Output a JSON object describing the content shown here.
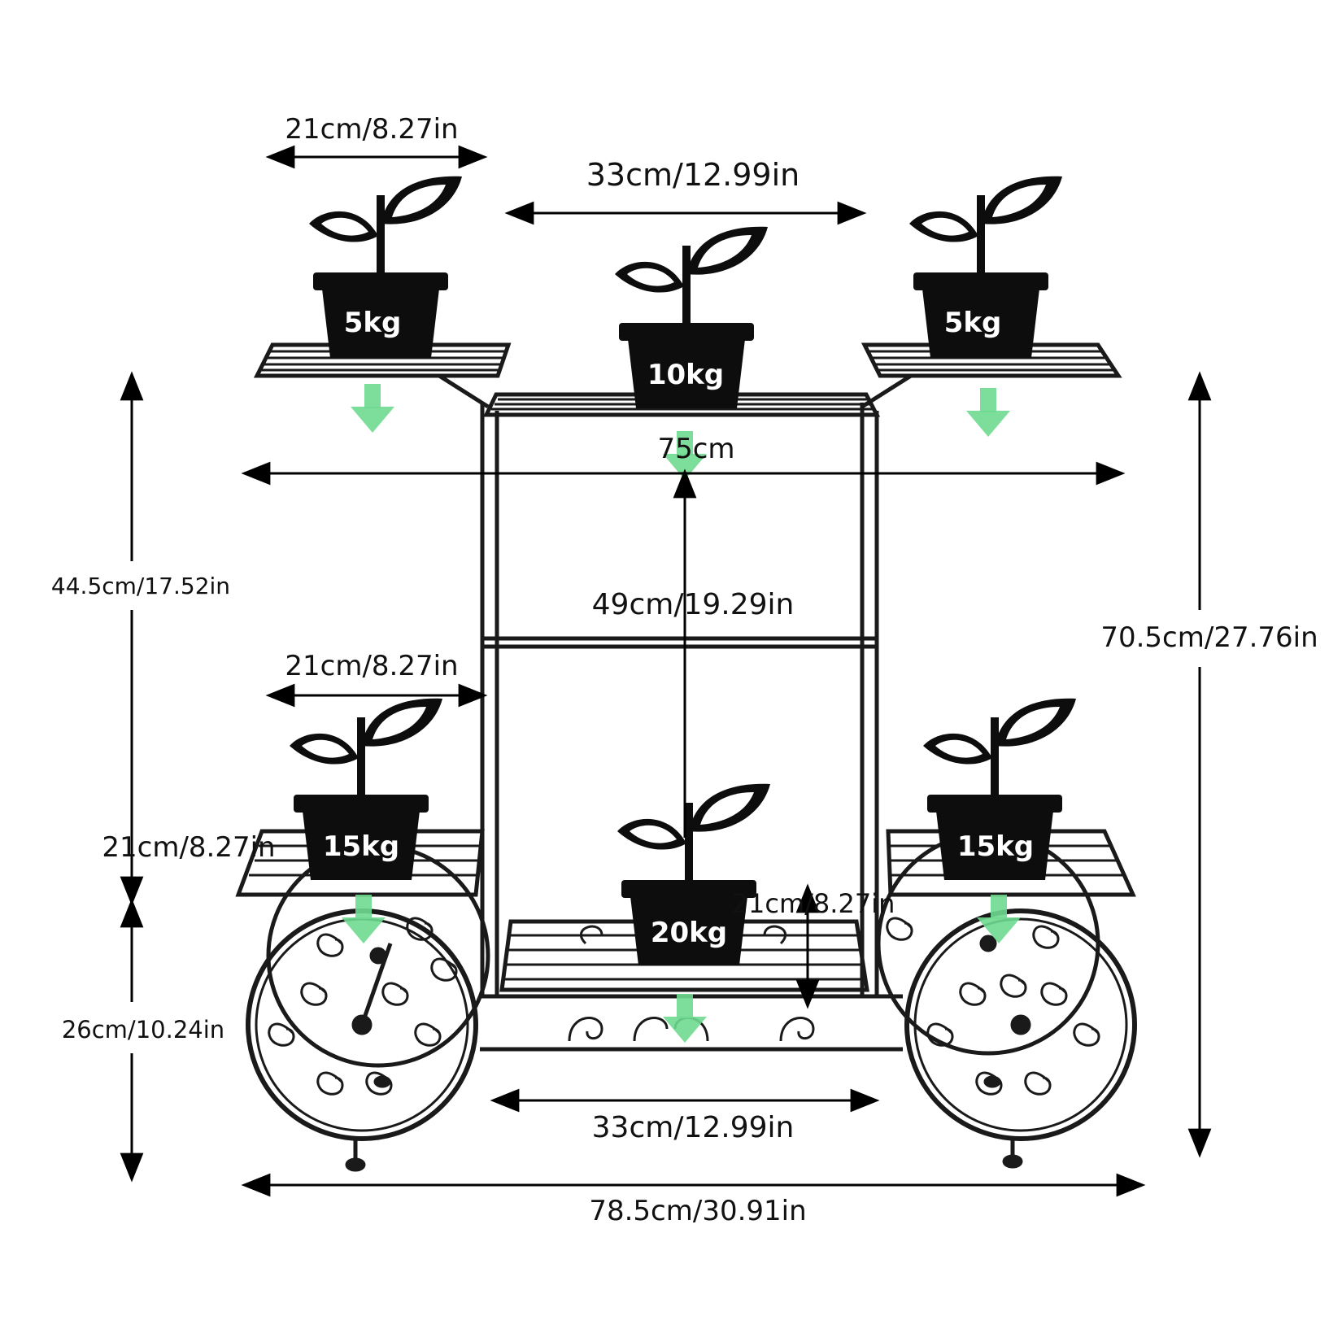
{
  "dimensions": {
    "top_left_shelf_width": "21cm/8.27in",
    "top_center_width": "33cm/12.99in",
    "overall_top_width": "75cm",
    "upper_height": "44.5cm/17.52in",
    "inner_height": "49cm/19.29in",
    "total_height": "70.5cm/27.76in",
    "lower_left_shelf_width": "21cm/8.27in",
    "lower_left_gap": "21cm/8.27in",
    "lower_center_gap": "21cm/8.27in",
    "wheel_height": "26cm/10.24in",
    "bottom_center_width": "33cm/12.99in",
    "overall_width": "78.5cm/30.91in"
  },
  "loads": {
    "top_left": "5kg",
    "top_center": "10kg",
    "top_right": "5kg",
    "bottom_left": "15kg",
    "bottom_center": "20kg",
    "bottom_right": "15kg"
  },
  "colors": {
    "frame": "#1a1a1a",
    "arrow_line": "#000000",
    "load_arrow": "#6fd98f",
    "pot": "#0d0d0d"
  },
  "icons": [
    "plant-pot-icon",
    "down-arrow-icon"
  ]
}
